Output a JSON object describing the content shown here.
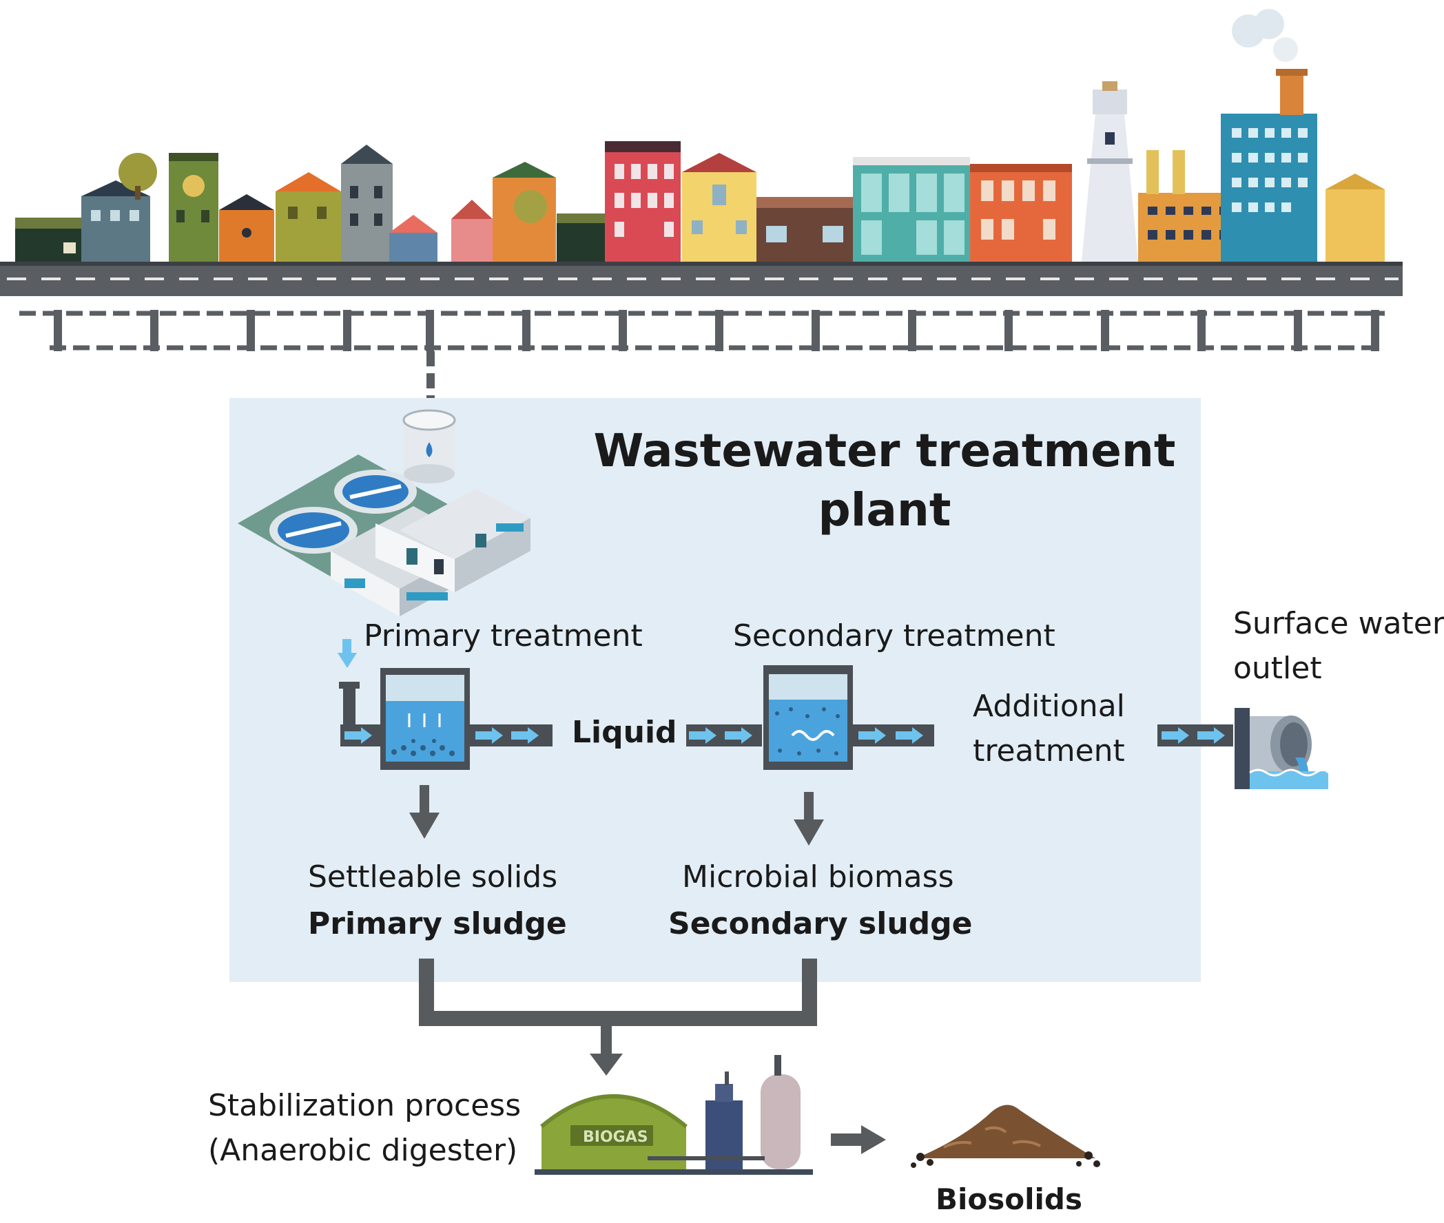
{
  "title_line1": "Wastewater treatment",
  "title_line2": "plant",
  "primary_treatment": "Primary treatment",
  "secondary_treatment": "Secondary treatment",
  "liquid": "Liquid",
  "additional_line1": "Additional",
  "additional_line2": "treatment",
  "surface_line1": "Surface water",
  "surface_line2": "outlet",
  "settleable_solids": "Settleable solids",
  "primary_sludge": "Primary sludge",
  "microbial_biomass": "Microbial biomass",
  "secondary_sludge": "Secondary sludge",
  "stabilization_line1": "Stabilization process",
  "stabilization_line2": "(Anaerobic digester)",
  "biogas_label": "BIOGAS",
  "biosolids": "Biosolids",
  "colors": {
    "panel": "#e2edf5",
    "arrow_gray": "#585b5e",
    "water_blue": "#4aa3dc",
    "flow_arrow": "#6ec3ee",
    "pipe_dark": "#4a4f55",
    "road": "#5a5e63"
  }
}
